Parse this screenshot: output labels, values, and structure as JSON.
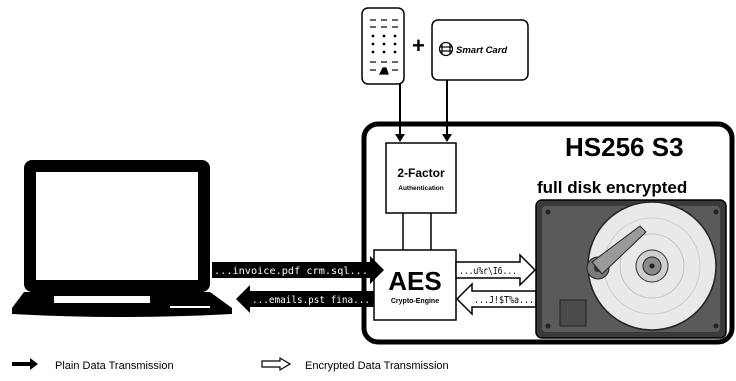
{
  "device": {
    "title": "HS256 S3",
    "subtitle": "full disk encrypted"
  },
  "auth": {
    "label": "2-Factor",
    "sublabel": "Authentication",
    "smart_card": "Smart Card",
    "plus": "+"
  },
  "engine": {
    "label": "AES",
    "sublabel": "Crypto-Engine"
  },
  "streams": {
    "plain_in": "...invoice.pdf  crm.sql...",
    "plain_out": "...emails.pst  fina...",
    "enc_in": "...u%r\\I6...",
    "enc_out": "...J!$T%a..."
  },
  "legend": {
    "plain": "Plain Data Transmission",
    "encrypted": "Encrypted Data Transmission"
  },
  "token_keys": [
    "= =",
    "= =",
    "· ·",
    "· ·",
    "· ·",
    "= =",
    "= ="
  ]
}
